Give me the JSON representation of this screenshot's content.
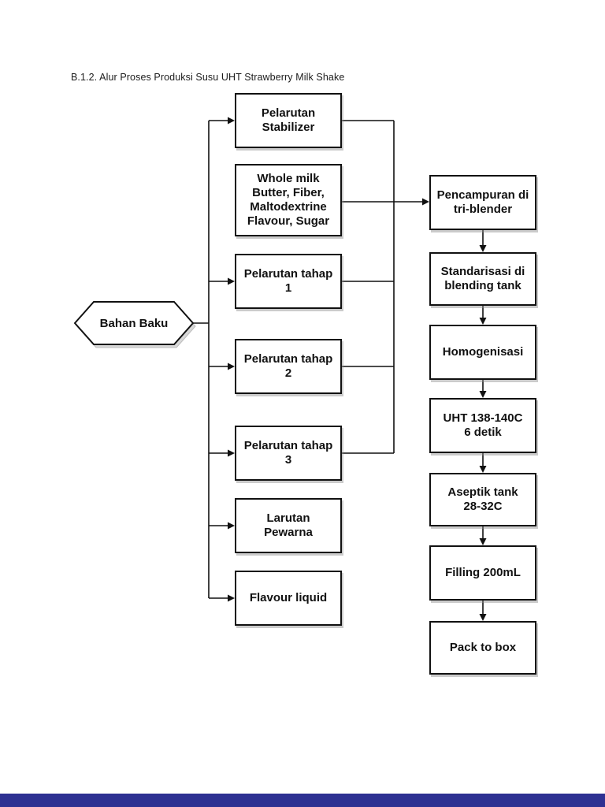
{
  "page": {
    "title": "B.1.2. Alur Proses Produksi Susu UHT Strawberry Milk Shake",
    "footer_color": "#2e3192"
  },
  "diagram": {
    "start": {
      "label": "Bahan Baku"
    },
    "middle": [
      {
        "label": "Pelarutan\nStabilizer"
      },
      {
        "label": "Whole milk\nButter, Fiber,\nMaltodextrine\nFlavour, Sugar"
      },
      {
        "label": "Pelarutan tahap\n1"
      },
      {
        "label": "Pelarutan tahap\n2"
      },
      {
        "label": "Pelarutan tahap\n3"
      },
      {
        "label": "Larutan\nPewarna"
      },
      {
        "label": "Flavour liquid"
      }
    ],
    "right": [
      {
        "label": "Pencampuran di\ntri-blender"
      },
      {
        "label": "Standarisasi di\nblending tank"
      },
      {
        "label": "Homogenisasi"
      },
      {
        "label": "UHT 138-140C\n6 detik"
      },
      {
        "label": "Aseptik tank\n28-32C"
      },
      {
        "label": "Filling 200mL"
      },
      {
        "label": "Pack to box"
      }
    ]
  }
}
